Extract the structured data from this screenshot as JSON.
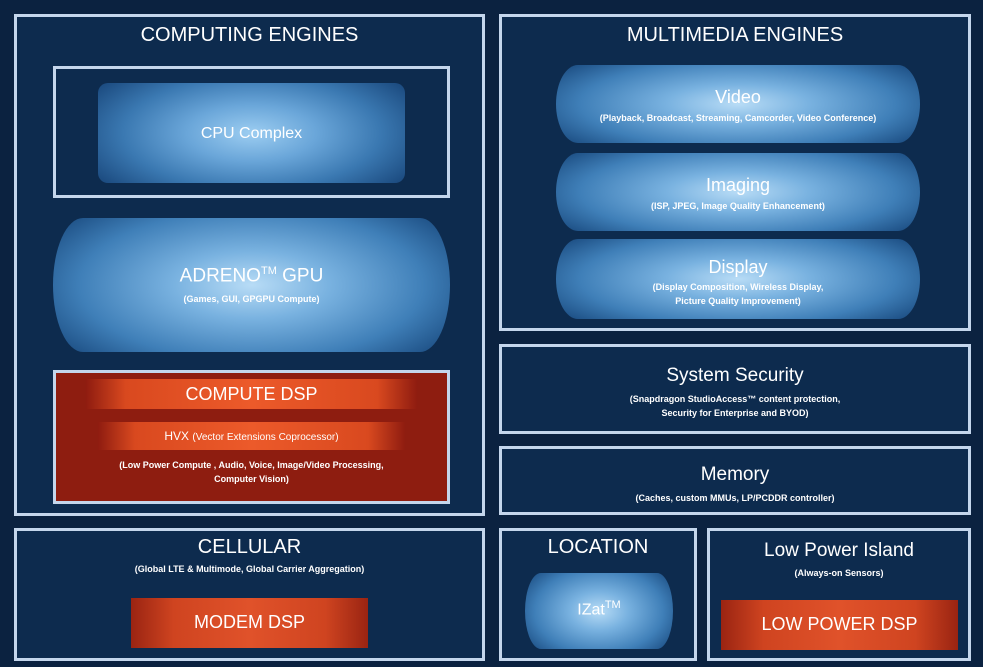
{
  "computing": {
    "title": "COMPUTING ENGINES",
    "cpu": "CPU Complex",
    "gpu_name": "ADRENO",
    "gpu_tm": "TM",
    "gpu_suffix": " GPU",
    "gpu_sub": "(Games, GUI, GPGPU Compute)",
    "dsp_title": "COMPUTE DSP",
    "hvx": "HVX",
    "hvx_sub": "(Vector Extensions Coprocessor)",
    "dsp_sub1": "(Low Power Compute , Audio, Voice, Image/Video Processing,",
    "dsp_sub2": "Computer  Vision)"
  },
  "multimedia": {
    "title": "MULTIMEDIA ENGINES",
    "video": "Video",
    "video_sub": "(Playback, Broadcast, Streaming,  Camcorder, Video Conference)",
    "imaging": "Imaging",
    "imaging_sub": "(ISP,  JPEG, Image Quality Enhancement)",
    "display": "Display",
    "display_sub1": "(Display Composition,   Wireless Display,",
    "display_sub2": "Picture Quality Improvement)"
  },
  "security": {
    "title": "System Security",
    "sub1": "(Snapdragon StudioAccess™  content protection,",
    "sub2": "Security for Enterprise  and BYOD)"
  },
  "memory": {
    "title": "Memory",
    "sub": "(Caches,  custom MMUs, LP/PCDDR  controller)"
  },
  "cellular": {
    "title": "CELLULAR",
    "sub": "(Global LTE & Multimode,  Global Carrier Aggregation)",
    "modem": "MODEM DSP"
  },
  "location": {
    "title": "LOCATION",
    "izat": "IZat",
    "izat_tm": "TM"
  },
  "lowpower": {
    "title": "Low Power Island",
    "sub": "(Always-on Sensors)",
    "dsp": "LOW POWER DSP"
  }
}
